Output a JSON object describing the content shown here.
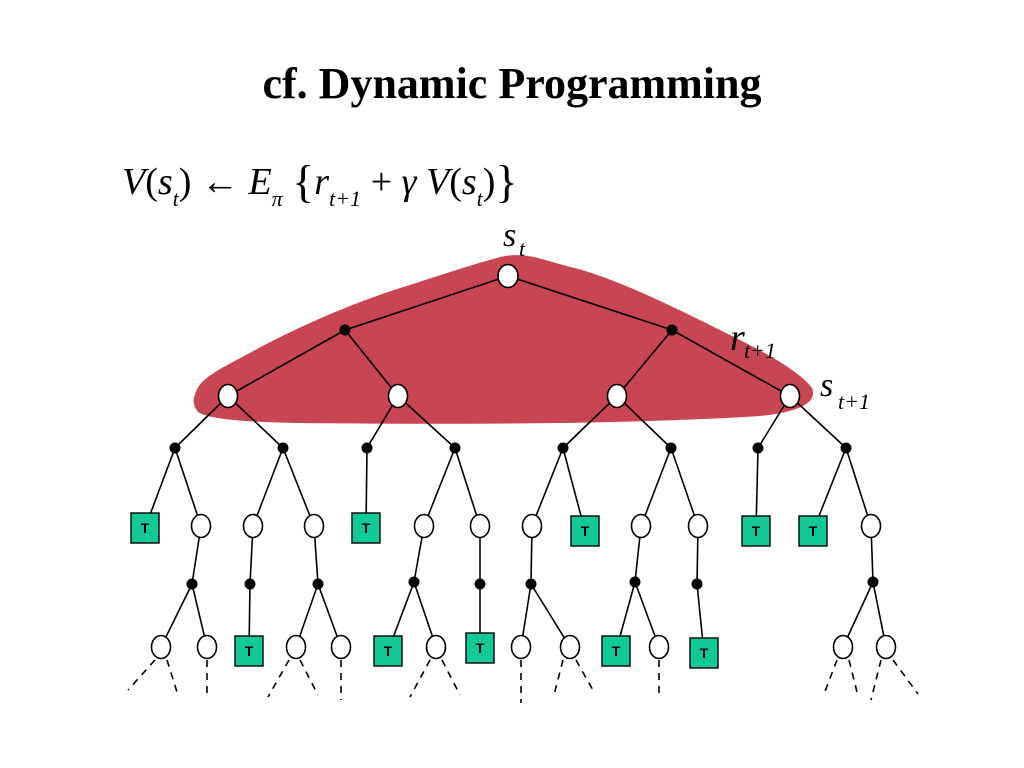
{
  "slide": {
    "title": "cf. Dynamic Programming",
    "equation": {
      "lhs_fn": "V",
      "lhs_open": "(",
      "lhs_var": "s",
      "lhs_sub": "t",
      "lhs_close": ")",
      "arrow": "←",
      "expect": "E",
      "expect_sub": "π",
      "lbrace": "{",
      "r_var": "r",
      "r_sub": "t+1",
      "plus": "+",
      "gamma": "γ",
      "rhs_fn": "V",
      "rhs_open": "(",
      "rhs_var": "s",
      "rhs_sub": "t",
      "rhs_close": ")",
      "rbrace": "}"
    },
    "labels": {
      "root_var": "s",
      "root_sub": "t",
      "reward_var": "r",
      "reward_sub": "t+1",
      "next_var": "s",
      "next_sub": "t+1"
    },
    "terminal_label": "T",
    "colors": {
      "highlight": "#c84553",
      "terminal": "#10c997"
    }
  }
}
